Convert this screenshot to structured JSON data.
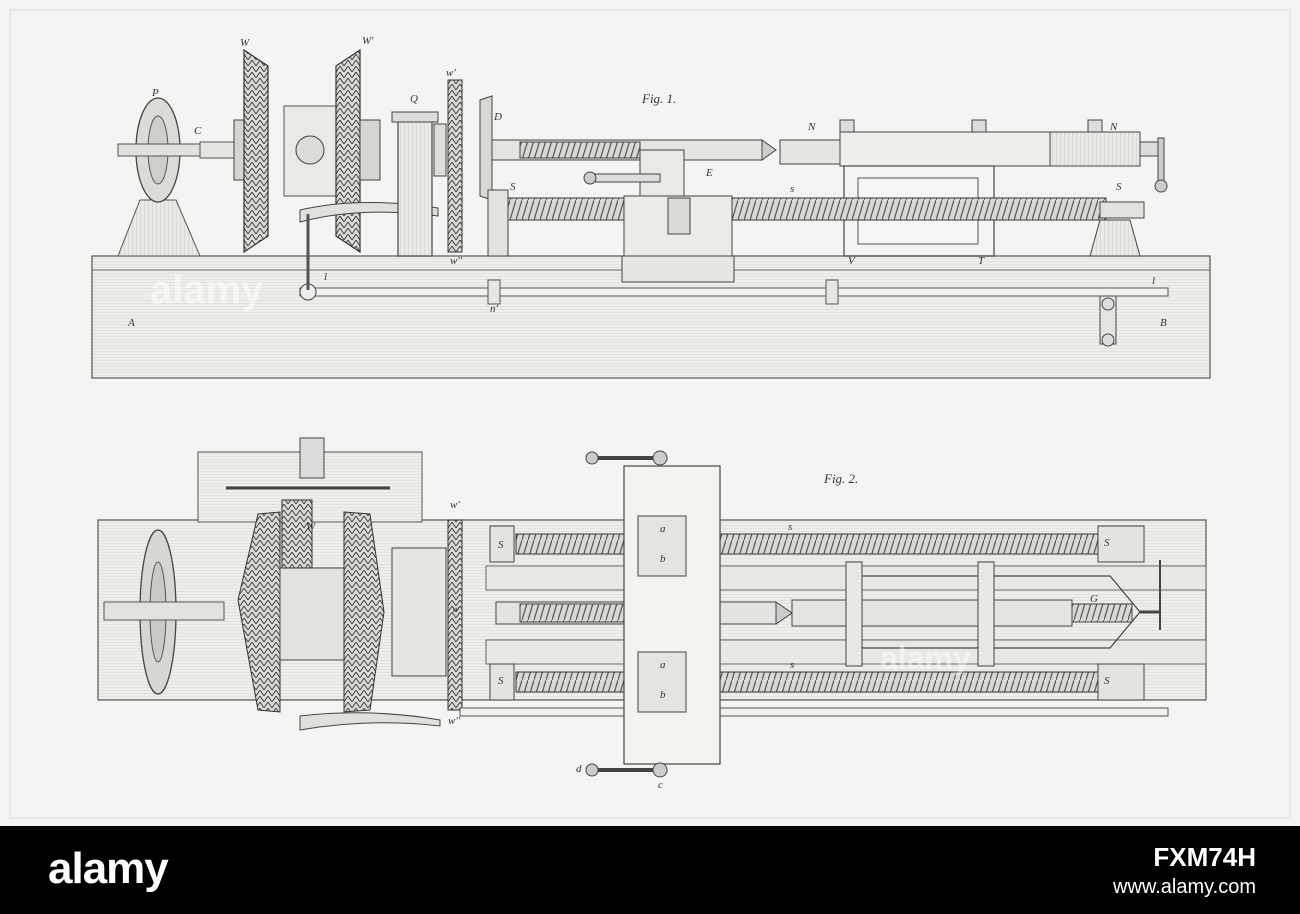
{
  "figures": {
    "fig1": {
      "title": "Fig. 1."
    },
    "fig2": {
      "title": "Fig. 2."
    }
  },
  "part_labels": {
    "fig1": {
      "W": "W",
      "W2": "W'",
      "P": "P",
      "C": "C",
      "Q": "Q",
      "w1": "w'",
      "w2": "w''",
      "D": "D",
      "N1": "N",
      "N2": "N",
      "E": "E",
      "S1": "S",
      "s": "s",
      "S2": "S",
      "V": "V",
      "T": "T",
      "l1": "l",
      "n": "n'",
      "l2": "l",
      "A": "A",
      "B": "B"
    },
    "fig2": {
      "W": "W",
      "w1": "w'",
      "w": "w",
      "w2": "w''",
      "S1": "S",
      "S2": "S",
      "S3": "S",
      "S4": "S",
      "s1": "s",
      "s2": "s",
      "a1": "a",
      "b1": "b",
      "a2": "a",
      "b2": "b",
      "G": "G",
      "c": "c",
      "d": "d"
    }
  },
  "watermark": {
    "text": "alamy"
  },
  "footer": {
    "brand": "alamy",
    "stock_id": "FXM74H",
    "site": "www.alamy.com"
  },
  "colors": {
    "plate": "#f4f4f2",
    "ink": "#3a3a3a",
    "footer": "#000000"
  }
}
